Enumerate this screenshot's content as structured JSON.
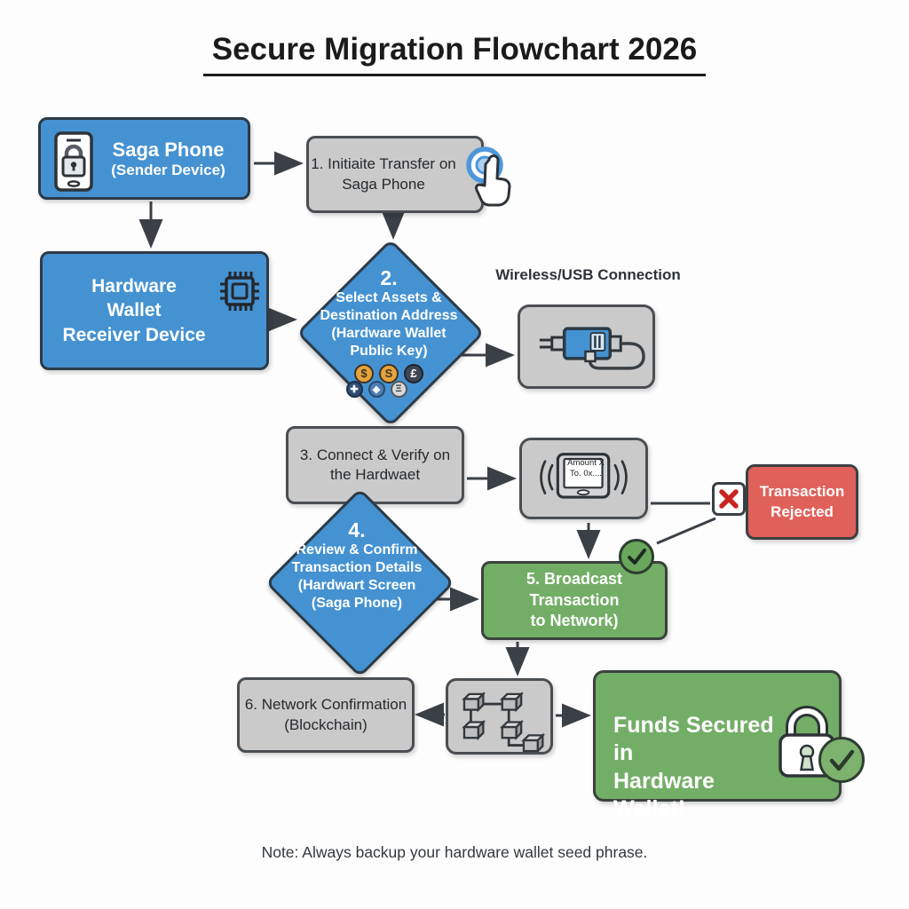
{
  "title": "Secure Migration Flowchart 2026",
  "note": "Note: Always backup your hardware wallet seed phrase.",
  "connection_label": "Wireless/USB Connection",
  "palette": {
    "node_blue": "#4592d2",
    "node_gray": "#cacaca",
    "node_green": "#73ae66",
    "node_red": "#e0615a",
    "arrow": "#3b4046",
    "reject_x": "#c9251f"
  },
  "nodes": {
    "saga": {
      "title": "Saga Phone",
      "subtitle": "(Sender Device)",
      "icon": "phone-lock-icon"
    },
    "step1": {
      "label": "1. Initiaite Transfer on\nSaga Phone",
      "icon": "tap-icon"
    },
    "hardware_wallet": {
      "label": "Hardware\nWallet\nReceiver Device",
      "icon": "chip-icon"
    },
    "step2": {
      "number": "2.",
      "label": "Select Assets &\nDestination Address\n(Hardware Wallet\nPublic Key)",
      "coins": [
        "$",
        "S",
        "£",
        "✚",
        "◈",
        "Ξ"
      ]
    },
    "usb": {
      "icon": "usb-cable-icon"
    },
    "step3": {
      "label": "3. Connect & Verify on\nthe Hardwaet"
    },
    "device": {
      "screen": "Amount X\nTo. 0x....",
      "icon": "wireless-device-icon"
    },
    "rejected": {
      "label": "Transaction\nRejected",
      "icon": "x-mark-icon"
    },
    "step4": {
      "number": "4.",
      "label": "Review & Confirm\nTransaction Details\n(Hardwart Screen\n(Saga Phone)"
    },
    "step5": {
      "label": "5. Broadcast Transaction\nto Network)",
      "icon": "check-circle-icon"
    },
    "step6": {
      "label": "6. Network Confirmation\n(Blockchain)"
    },
    "blockchain": {
      "icon": "blockchain-nodes-icon"
    },
    "funds": {
      "label": "Funds Secured in\nHardware Wallet!",
      "icon": "padlock-icon"
    }
  }
}
